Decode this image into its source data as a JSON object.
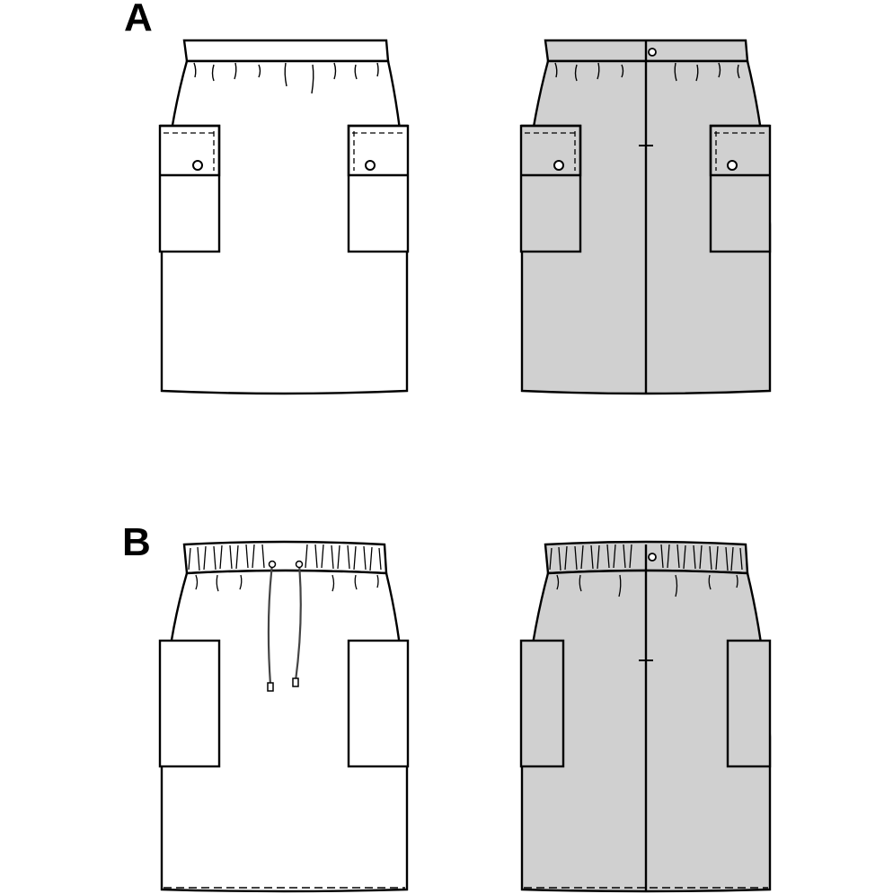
{
  "views": [
    {
      "id": "A",
      "label": "A"
    },
    {
      "id": "B",
      "label": "B"
    }
  ],
  "colors": {
    "line": "#000000",
    "front_fill": "#ffffff",
    "back_fill": "#d0d0d0",
    "drawstring": "#444444"
  }
}
